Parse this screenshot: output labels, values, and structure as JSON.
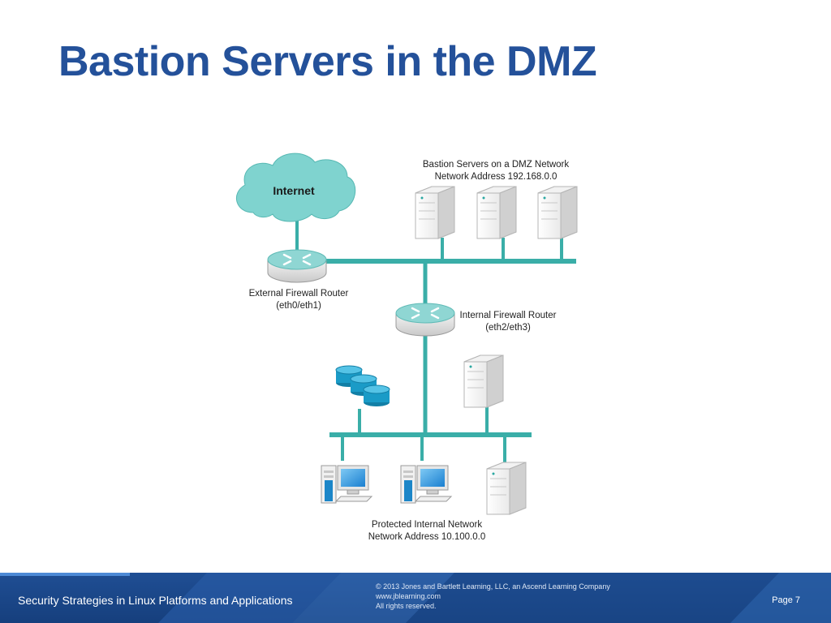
{
  "slide": {
    "title": "Bastion Servers in the DMZ"
  },
  "diagram": {
    "internet_label": "Internet",
    "dmz_label_line1": "Bastion Servers on a DMZ Network",
    "dmz_label_line2": "Network Address 192.168.0.0",
    "external_router_line1": "External Firewall Router",
    "external_router_line2": "(eth0/eth1)",
    "internal_router_line1": "Internal Firewall Router",
    "internal_router_line2": "(eth2/eth3)",
    "internal_net_line1": "Protected Internal Network",
    "internal_net_line2": "Network Address 10.100.0.0",
    "colors": {
      "network_line": "#3aaea8",
      "cloud": "#7fd3cf",
      "router_top": "#8fd6d3",
      "database": "#1a9bc7"
    }
  },
  "footer": {
    "course": "Security Strategies in Linux Platforms and Applications",
    "copyright_line1": "© 2013 Jones and Bartlett Learning, LLC, an Ascend Learning Company",
    "copyright_line2": "www.jblearning.com",
    "copyright_line3": "All rights reserved.",
    "page": "Page 7"
  }
}
